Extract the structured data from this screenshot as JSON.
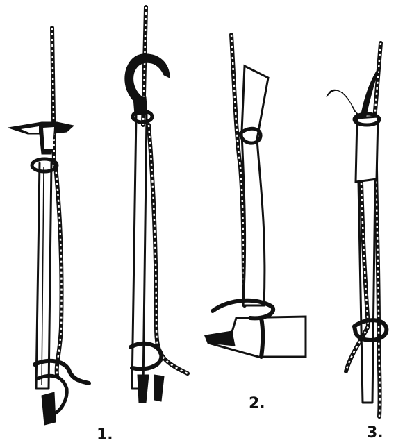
{
  "figure": {
    "labels": [
      "1.",
      "2.",
      "3."
    ]
  }
}
